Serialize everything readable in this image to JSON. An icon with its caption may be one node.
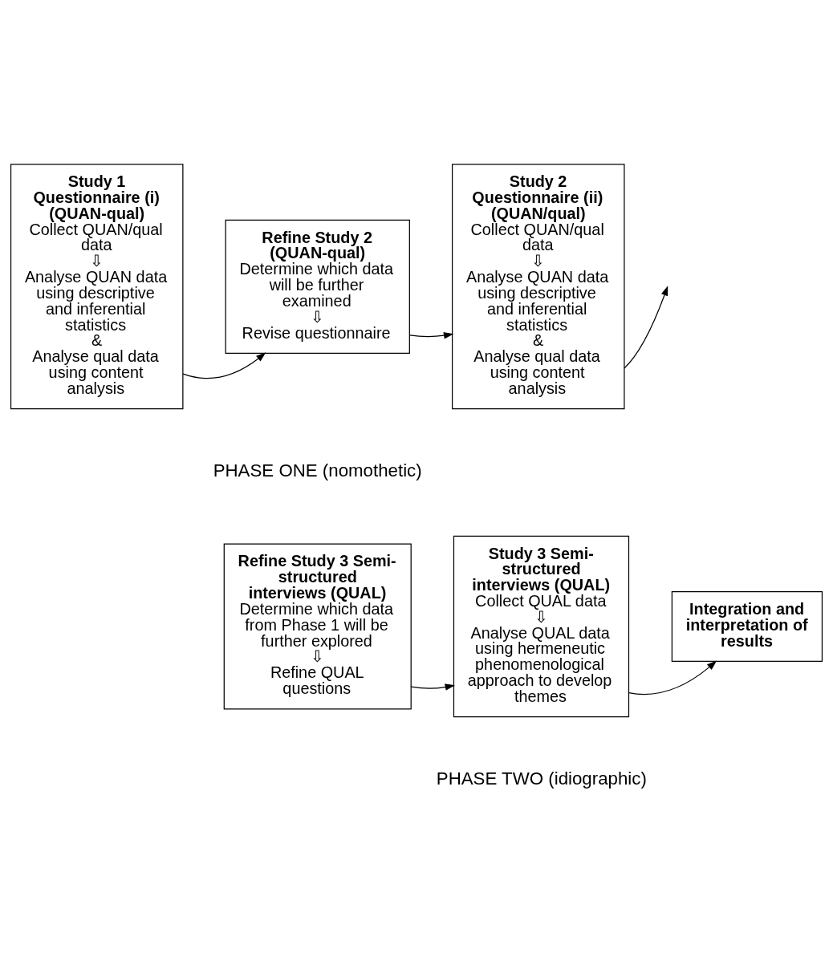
{
  "diagram": {
    "nodes": [
      {
        "text": [
          "Study 1 Questionnaire (i) (QUAN-qual)",
          "Collect QUAN/qual data",
          "⇩",
          "Analyse QUAN data using descriptive and inferential statistics",
          "&",
          "Analyse qual data using content analysis"
        ]
      },
      {
        "text": [
          "Refine Study 2 (QUAN-qual)",
          "Determine which data will be further examined",
          "⇩",
          "Revise questionnaire"
        ]
      },
      {
        "text": [
          "Study 2 Questionnaire (ii) (QUAN/qual)",
          "Collect QUAN/qual data",
          "⇩",
          "Analyse QUAN data using descriptive and inferential statistics",
          "&",
          "Analyse qual data using content analysis"
        ]
      },
      {
        "text": [
          "Refine Study 3 Semi-structured interviews (QUAL)",
          "Determine which data from Phase 1 will be further explored",
          "⇩",
          "Refine QUAL questions"
        ]
      },
      {
        "text": [
          "Study 3 Semi-structured interviews (QUAL)",
          "Collect QUAL data",
          "⇩",
          "Analyse QUAL data using hermeneutic phenomenological approach to develop themes"
        ]
      },
      {
        "text": [
          "Integration and interpretation of results"
        ]
      }
    ],
    "edges": [
      {
        "from": 0,
        "to": 1,
        "arrow": "to"
      },
      {
        "from": 1,
        "to": 2,
        "arrow": "to"
      },
      {
        "from": 2,
        "to": null,
        "arrow": "to"
      },
      {
        "from": 3,
        "to": 4,
        "arrow": "to"
      },
      {
        "from": 4,
        "to": 5,
        "arrow": "to"
      }
    ],
    "labels": [
      "PHASE ONE (nomothetic)",
      "PHASE TWO (idiographic)"
    ]
  }
}
